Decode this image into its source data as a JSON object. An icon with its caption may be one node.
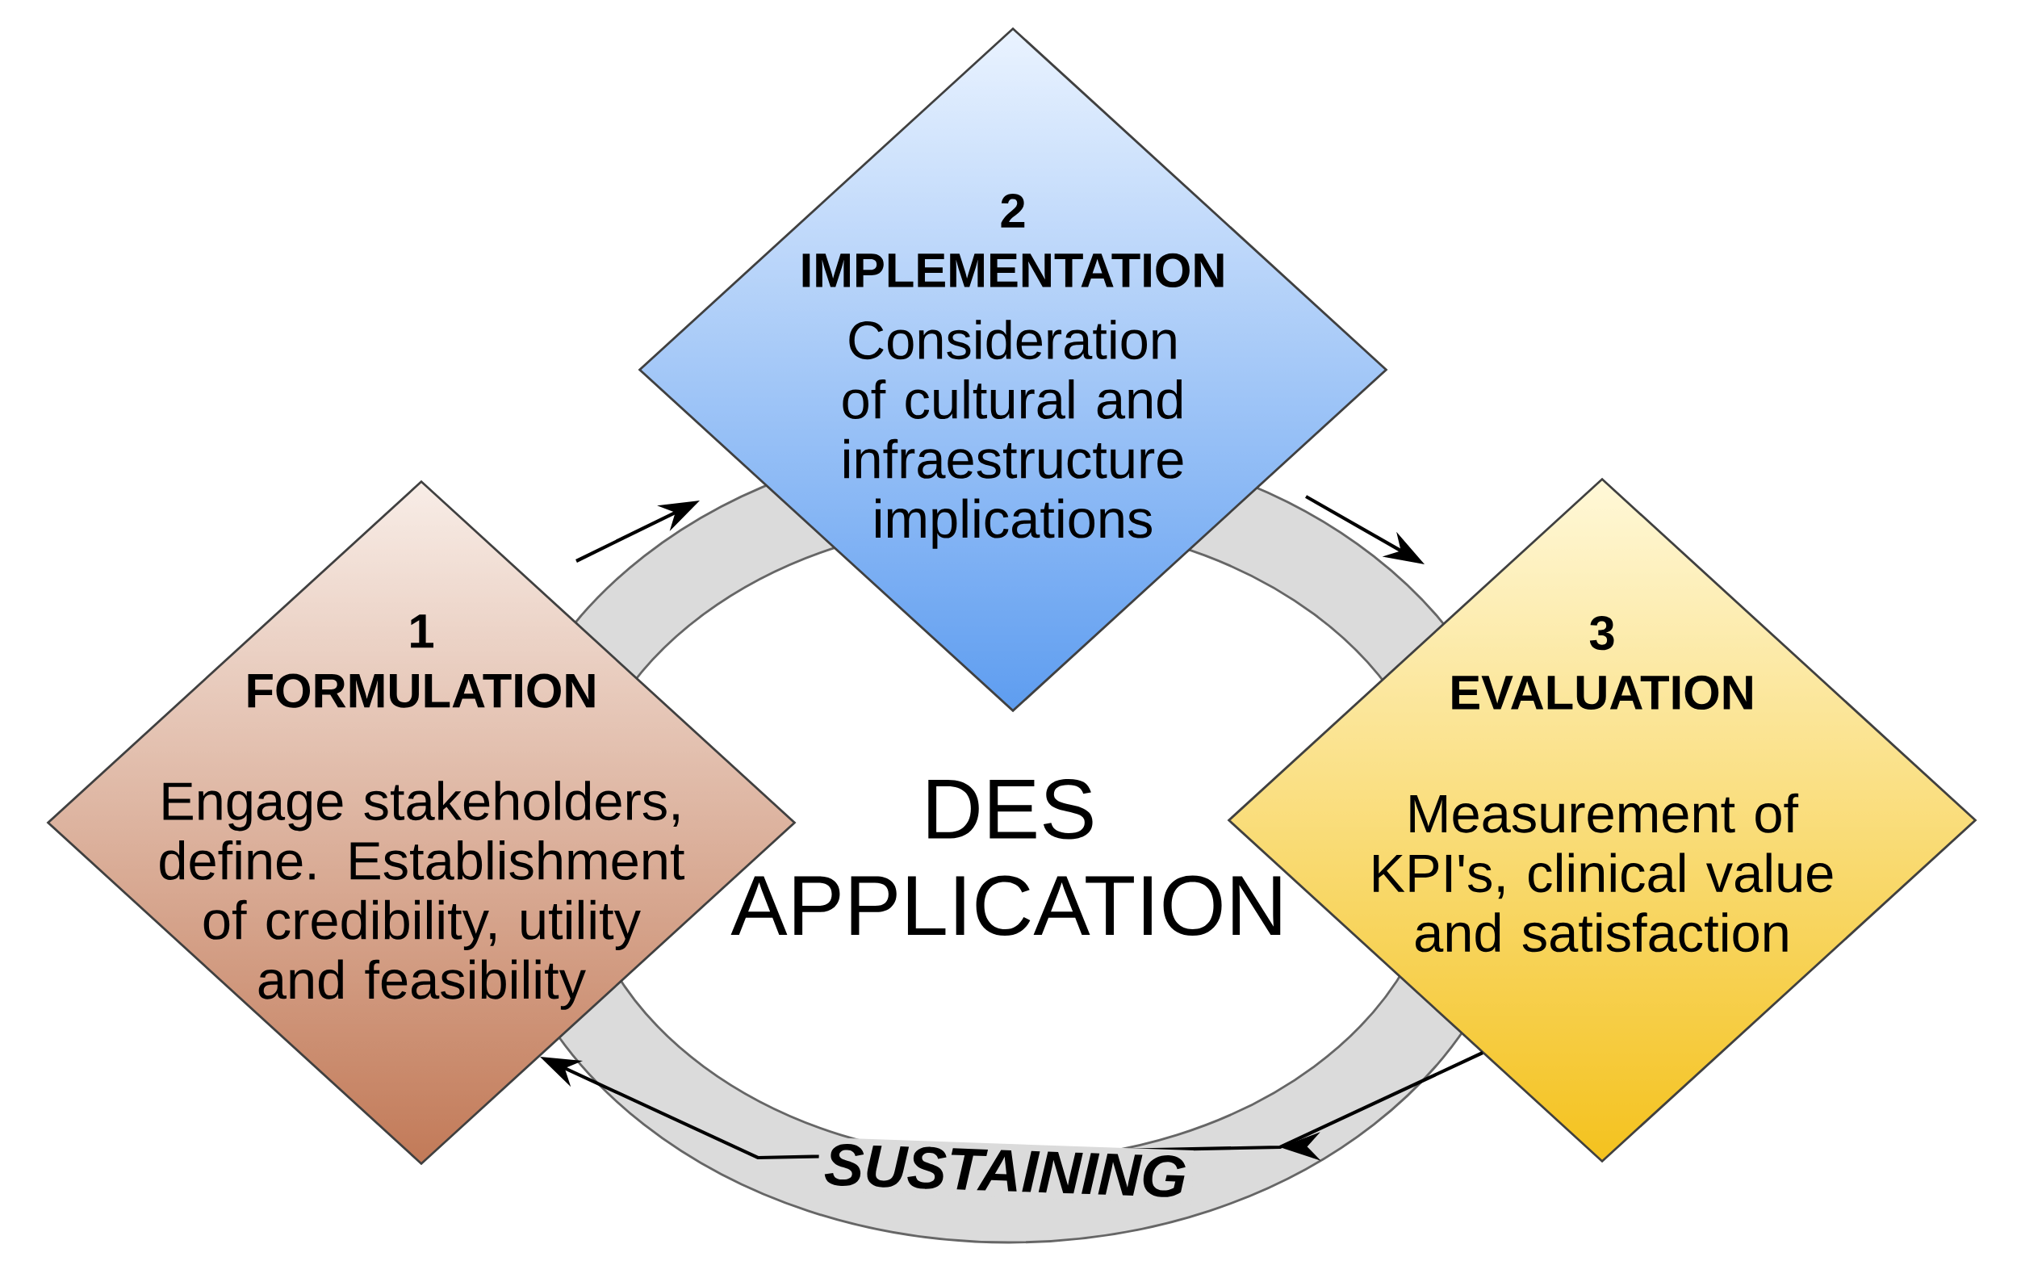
{
  "diagram": {
    "nodes": [
      {
        "text": [
          "1",
          "FORMULATION",
          "Engage stakeholders, define. Establishment of credibility, utility and feasibility"
        ]
      },
      {
        "text": [
          "2",
          "IMPLEMENTATION",
          "Consideration of cultural and infraestructure implications"
        ]
      },
      {
        "text": [
          "3",
          "EVALUATION",
          "Measurement of KPI's, clinical value and satisfaction"
        ]
      }
    ],
    "edges": [
      {
        "from": 0,
        "to": 1,
        "arrow": "to"
      },
      {
        "from": 1,
        "to": 2,
        "arrow": "to"
      },
      {
        "from": 2,
        "to": 0,
        "arrow": "to",
        "label": "SUSTAINING"
      }
    ],
    "labels": [
      "DES APPLICATION"
    ]
  }
}
